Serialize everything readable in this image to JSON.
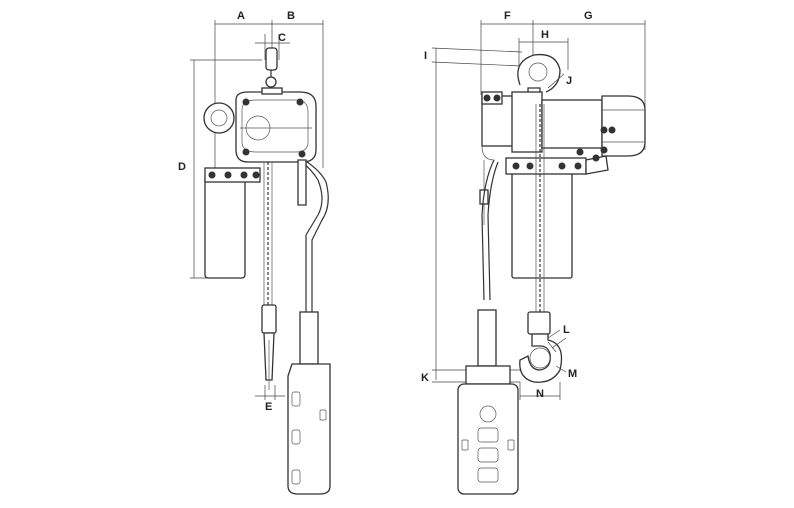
{
  "labels": {
    "A": "A",
    "B": "B",
    "C": "C",
    "D": "D",
    "E": "E",
    "F": "F",
    "G": "G",
    "H": "H",
    "I": "I",
    "J": "J",
    "K": "K",
    "L": "L",
    "M": "M",
    "N": "N"
  },
  "colors": {
    "line": "#333333",
    "background": "#ffffff"
  }
}
